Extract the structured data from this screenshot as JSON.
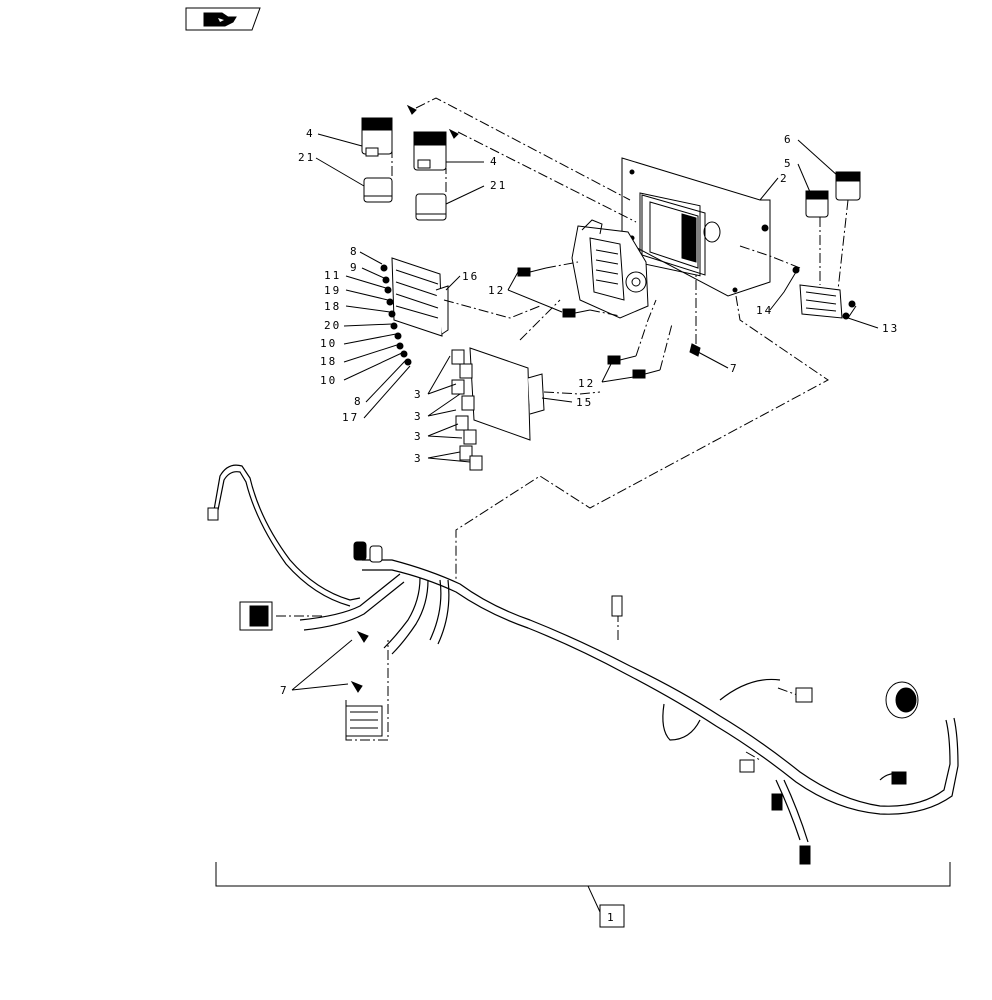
{
  "icon": "continue-arrow-icon",
  "callouts": {
    "c1": "1",
    "c2": "2",
    "c3a": "3",
    "c3b": "3",
    "c3c": "3",
    "c3d": "3",
    "c4a": "4",
    "c4b": "4",
    "c5": "5",
    "c6": "6",
    "c7a": "7",
    "c7b": "7",
    "c8a": "8",
    "c8b": "8",
    "c9": "9",
    "c10a": "10",
    "c10b": "10",
    "c11": "11",
    "c12a": "12",
    "c12b": "12",
    "c13": "13",
    "c14": "14",
    "c15": "15",
    "c16": "16",
    "c17": "17",
    "c18a": "18",
    "c18b": "18",
    "c19": "19",
    "c20": "20",
    "c21a": "21",
    "c21b": "21"
  }
}
